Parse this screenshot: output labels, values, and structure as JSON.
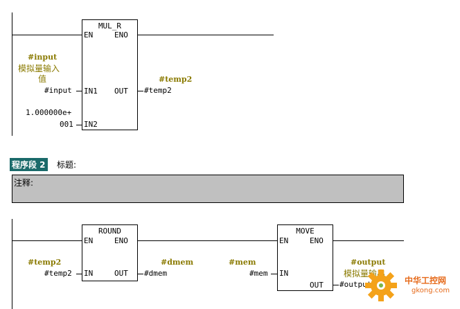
{
  "network1": {
    "block": {
      "title": "MUL_R",
      "en": "EN",
      "eno": "ENO",
      "in1": "IN1",
      "in2": "IN2",
      "out": "OUT"
    },
    "in1_symbol": "#input",
    "in1_comment_line1": "模拟量输入",
    "in1_comment_line2": "值",
    "in1_operand": "#input",
    "in2_operand_line1": "1.000000e+",
    "in2_operand_line2": "001",
    "out_symbol": "#temp2",
    "out_operand": "#temp2"
  },
  "network2": {
    "label": "程序段 2",
    "title": "标题:",
    "comment": "注释:",
    "round_block": {
      "title": "ROUND",
      "en": "EN",
      "eno": "ENO",
      "in": "IN",
      "out": "OUT"
    },
    "round_in_symbol": "#temp2",
    "round_in_operand": "#temp2",
    "round_out_symbol": "#dmem",
    "round_out_operand": "#dmem",
    "move_block": {
      "title": "MOVE",
      "en": "EN",
      "eno": "ENO",
      "in": "IN",
      "out": "OUT"
    },
    "move_in_symbol": "#mem",
    "move_in_operand": "#mem",
    "move_out_symbol": "#output",
    "move_out_comment": "模拟量输出",
    "move_out_operand": "#output"
  },
  "watermark": {
    "cn": "中华工控网",
    "url": "gkong.com"
  },
  "colors": {
    "symbol": "#8a7a00",
    "network_label_bg": "#1a6a6a",
    "comment_bg": "#c0c0c0"
  }
}
